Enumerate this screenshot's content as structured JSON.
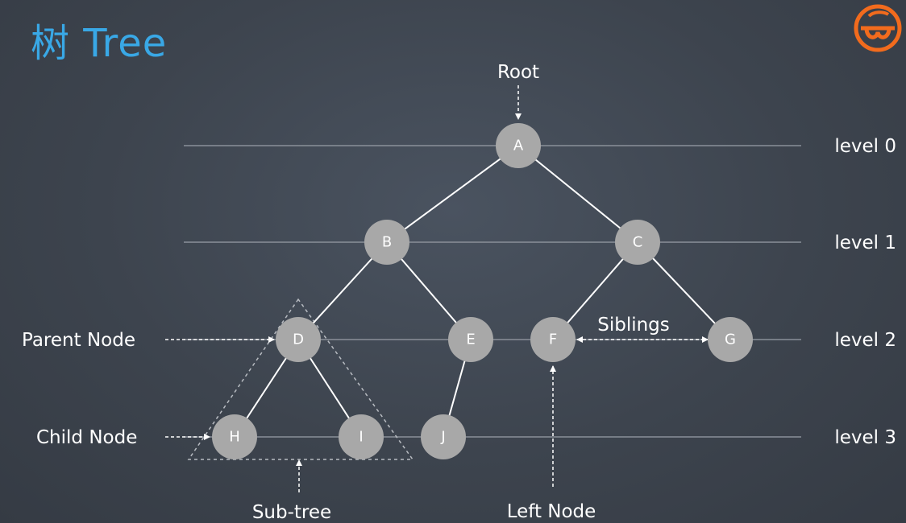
{
  "title": "树 Tree",
  "colors": {
    "title": "#39a8e6",
    "node_fill": "#a8a8a8",
    "edge": "#ffffff",
    "level_line": "#8a9099",
    "logo": "#f26b1d"
  },
  "logo_icon": "geek-time-logo-icon",
  "nodes": {
    "A": "A",
    "B": "B",
    "C": "C",
    "D": "D",
    "E": "E",
    "F": "F",
    "G": "G",
    "H": "H",
    "I": "I",
    "J": "J"
  },
  "levels": [
    "level 0",
    "level 1",
    "level 2",
    "level 3"
  ],
  "annotations": {
    "root": "Root",
    "parent_node": "Parent Node",
    "child_node": "Child Node",
    "siblings": "Siblings",
    "sub_tree": "Sub-tree",
    "left_node": "Left Node"
  }
}
